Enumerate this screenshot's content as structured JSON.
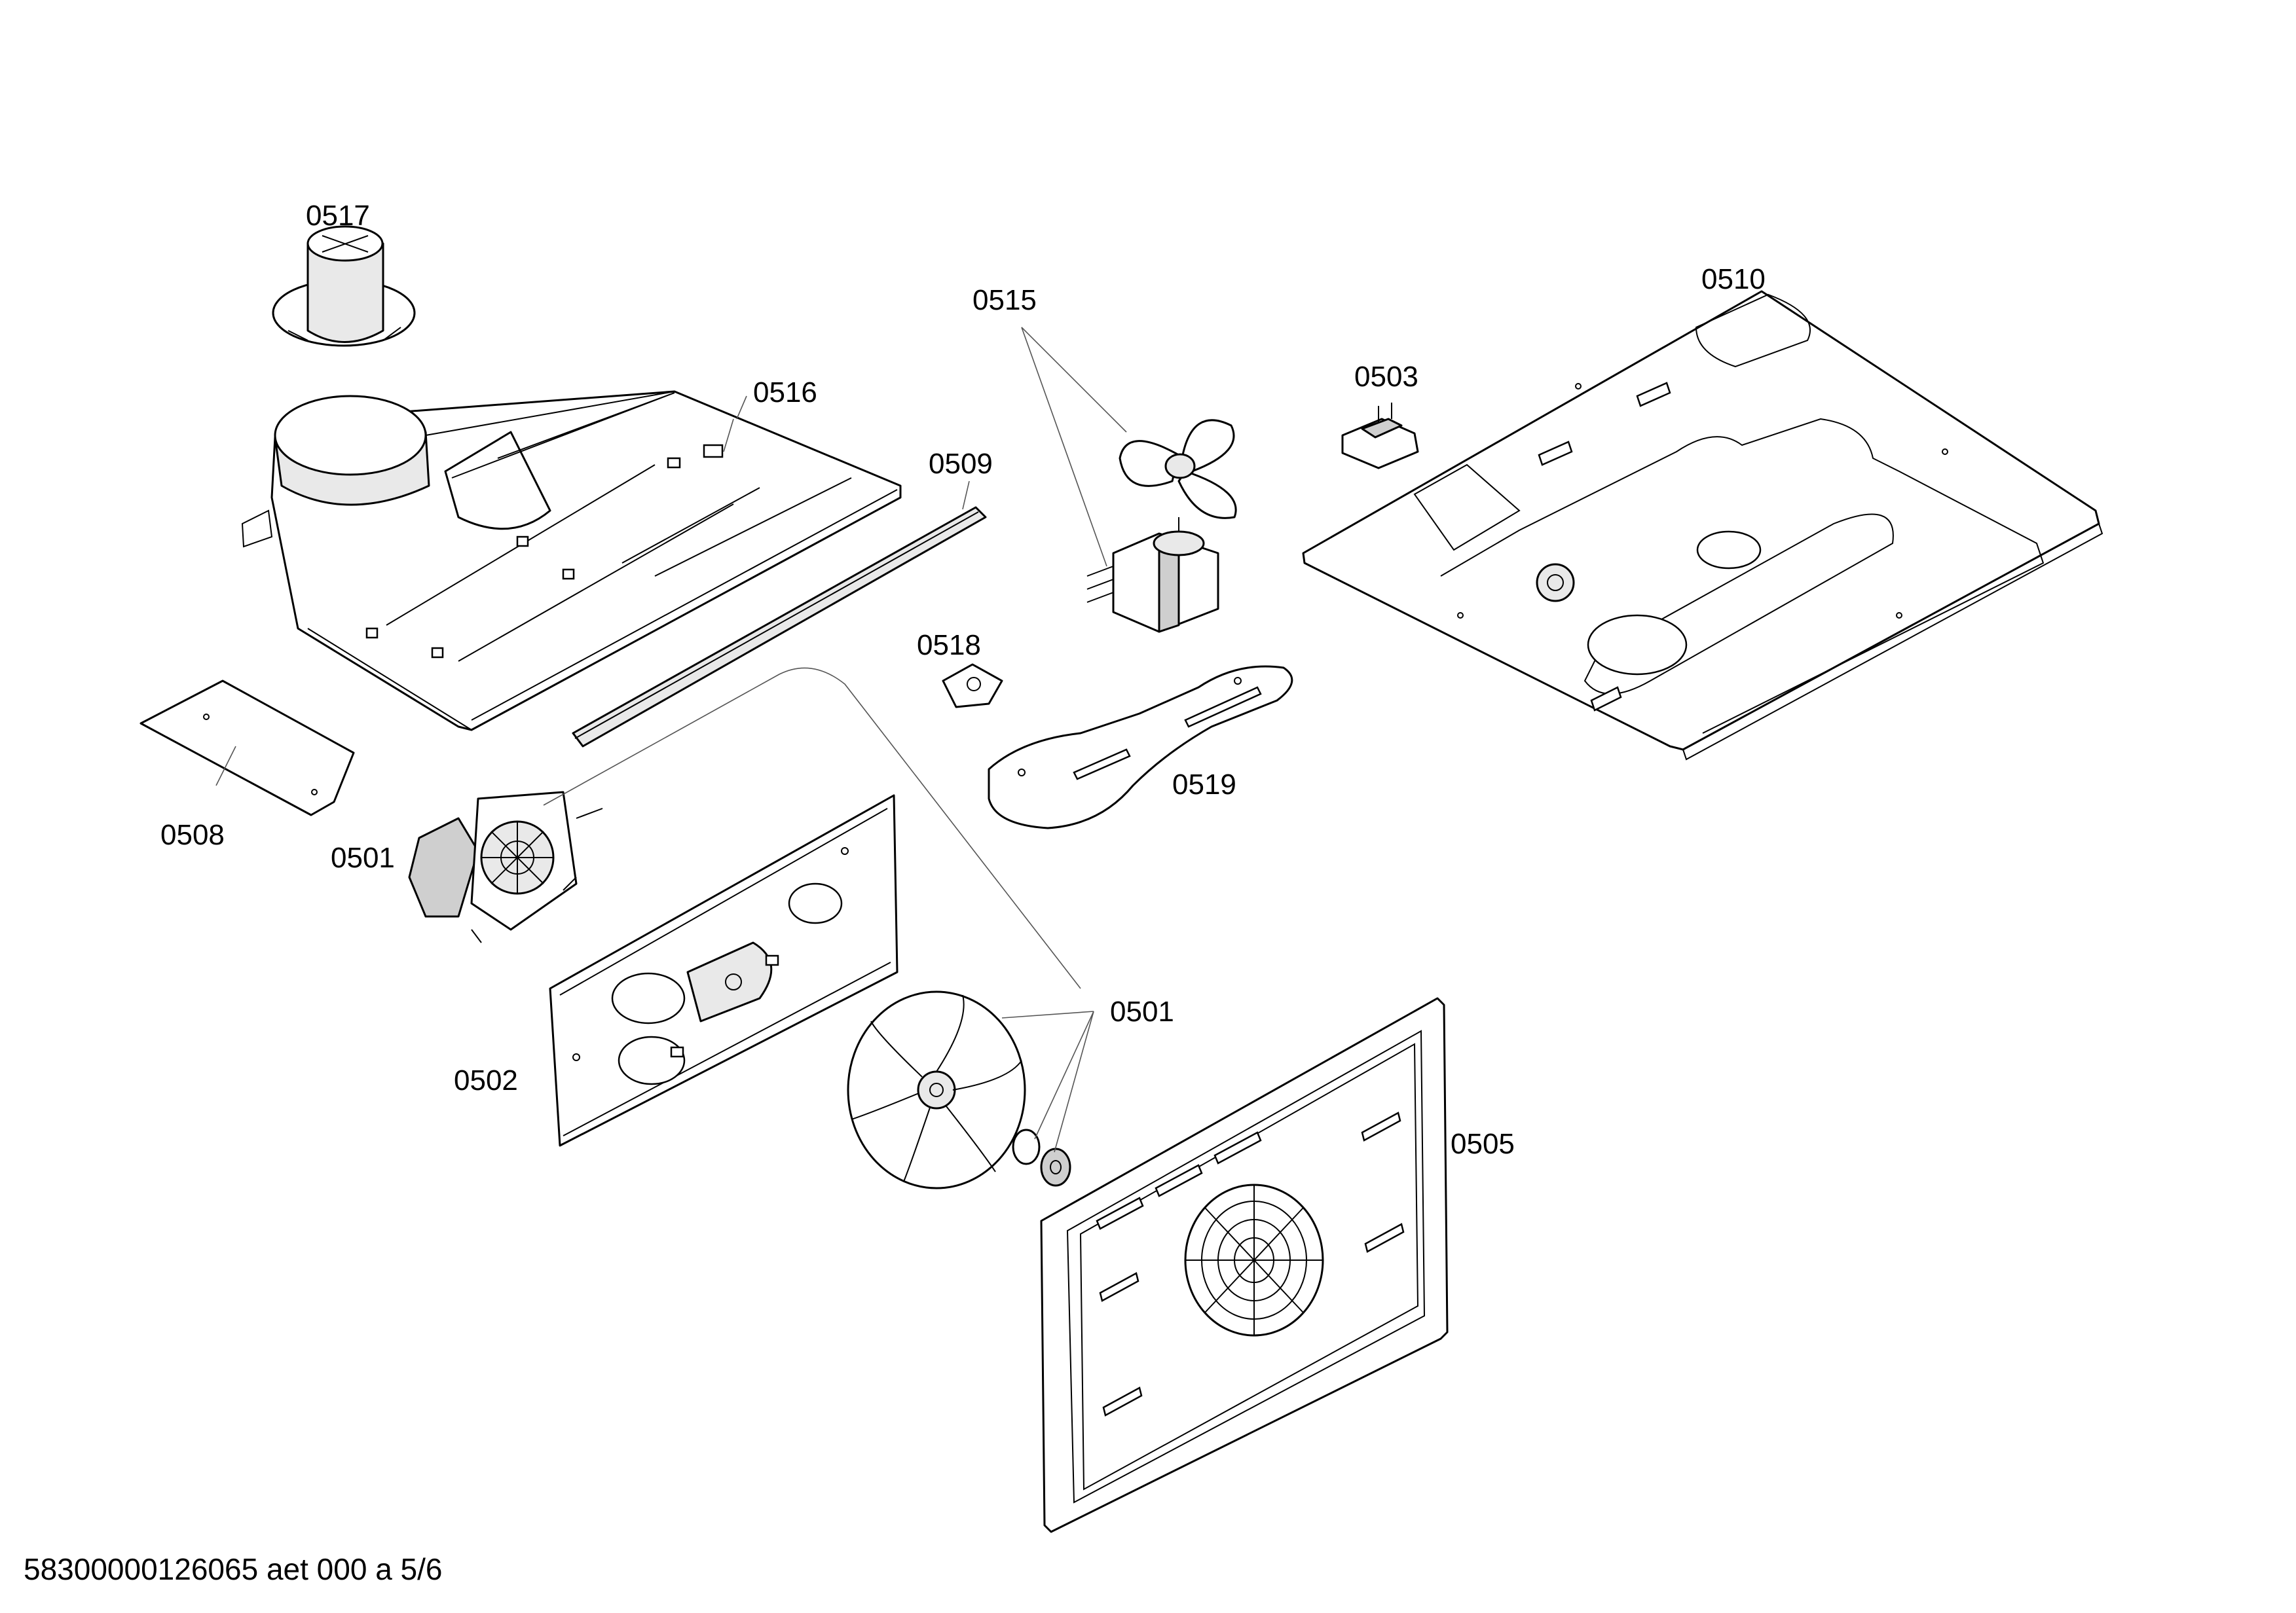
{
  "labels": {
    "p0517": "0517",
    "p0515": "0515",
    "p0510": "0510",
    "p0503": "0503",
    "p0516": "0516",
    "p0509": "0509",
    "p0518": "0518",
    "p0519": "0519",
    "p0508": "0508",
    "p0501_motor": "0501",
    "p0501_fan": "0501",
    "p0502": "0502",
    "p0505": "0505"
  },
  "footer": {
    "doc_code": "58300000126065 aet 000 a 5/6"
  }
}
